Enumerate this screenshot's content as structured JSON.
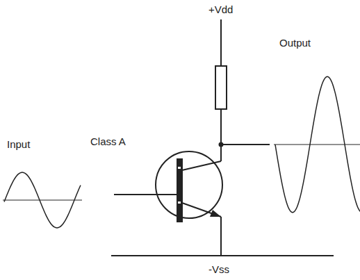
{
  "diagram": {
    "labels": [
      "+Vdd",
      "Output",
      "Input",
      "Class A",
      "-Vss"
    ]
  }
}
